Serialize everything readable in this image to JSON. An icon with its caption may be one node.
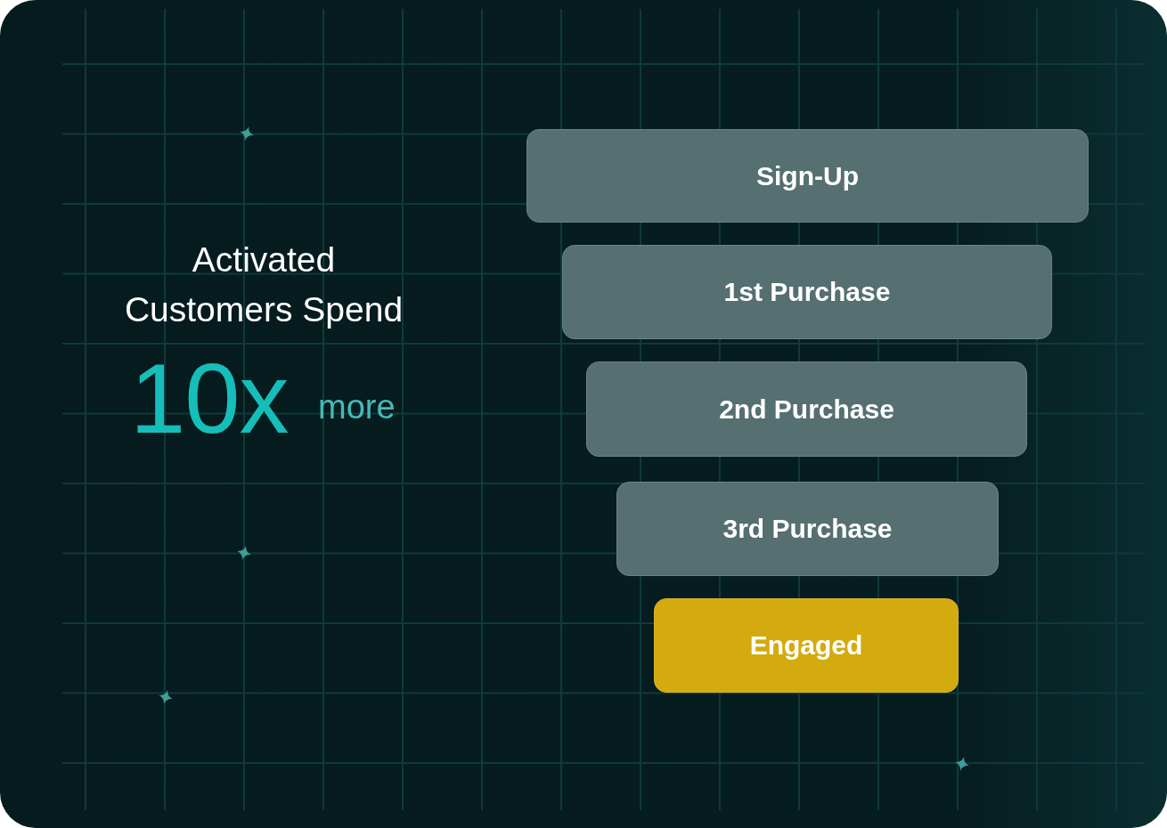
{
  "diagram": {
    "nodes": [
      {
        "text": [
          "Sign-Up"
        ]
      },
      {
        "text": [
          "1st Purchase"
        ]
      },
      {
        "text": [
          "2nd Purchase"
        ]
      },
      {
        "text": [
          "3rd Purchase"
        ]
      },
      {
        "text": [
          "Engaged"
        ]
      }
    ],
    "labels": [
      "Activated Customers Spend",
      "10x",
      "more"
    ]
  }
}
